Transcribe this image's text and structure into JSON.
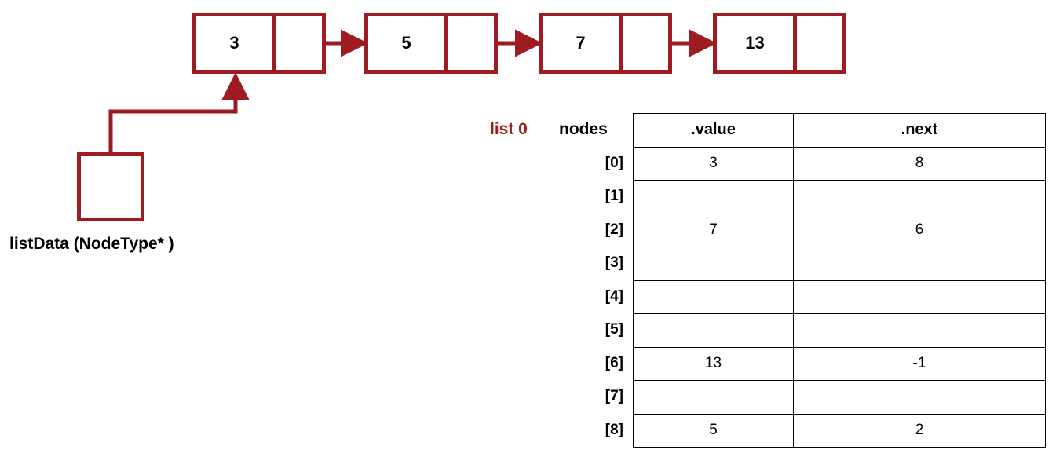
{
  "diagram": {
    "title_label": "listData (NodeType* )",
    "accent_color": "#9E1B22",
    "list_tag": "list 0",
    "nodes_tag": "nodes",
    "linked_list": [
      {
        "value": "3",
        "next_cell": ""
      },
      {
        "value": "5",
        "next_cell": ""
      },
      {
        "value": "7",
        "next_cell": ""
      },
      {
        "value": "13",
        "next_cell": ""
      }
    ]
  },
  "table": {
    "headers": [
      "",
      ".value",
      ".next"
    ],
    "index_header": "nodes",
    "rows": [
      {
        "index": "[0]",
        "value": "3",
        "next": "8"
      },
      {
        "index": "[1]",
        "value": "",
        "next": ""
      },
      {
        "index": "[2]",
        "value": "7",
        "next": "6"
      },
      {
        "index": "[3]",
        "value": "",
        "next": ""
      },
      {
        "index": "[4]",
        "value": "",
        "next": ""
      },
      {
        "index": "[5]",
        "value": "",
        "next": ""
      },
      {
        "index": "[6]",
        "value": "13",
        "next": "-1"
      },
      {
        "index": "[7]",
        "value": "",
        "next": ""
      },
      {
        "index": "[8]",
        "value": "5",
        "next": "2"
      }
    ]
  }
}
